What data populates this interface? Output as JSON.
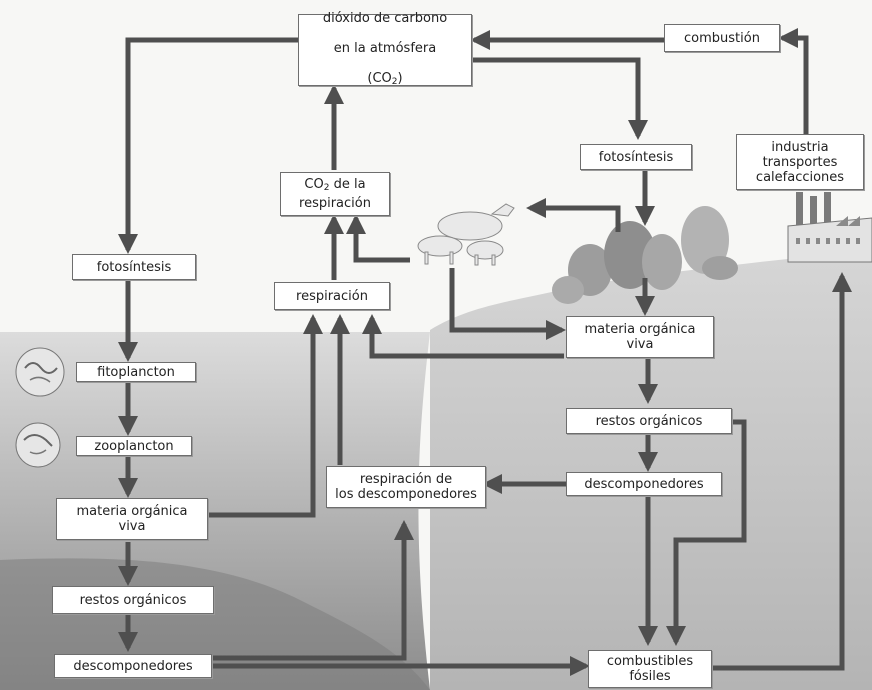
{
  "colors": {
    "arrow": "#4f4f4f",
    "sea_light": "#d9d9d9",
    "sea_dark": "#8a8a8a",
    "land": "#cfcfcf",
    "box_fill": "#ffffff",
    "box_border": "#6e6e6e"
  },
  "icons": [
    "plankton-icon",
    "animals-icon",
    "trees-icon",
    "factory-icon"
  ],
  "nodes": {
    "co2_atmosfera": {
      "line1": "dióxido de carbono",
      "line2": "en la atmósfera",
      "line3_pre": "(CO",
      "line3_sub": "2",
      "line3_post": ")"
    },
    "combustion": "combustión",
    "fotosintesis_tierra": "fotosíntesis",
    "industria": "industria\ntransportes\ncalefacciones",
    "co2_respiracion": {
      "pre": "CO",
      "sub": "2",
      "post": " de la\nrespiración"
    },
    "fotosintesis_mar": "fotosíntesis",
    "respiracion": "respiración",
    "fitoplancton": "fitoplancton",
    "zooplancton": "zooplancton",
    "materia_viva_mar": "materia orgánica\nviva",
    "materia_viva_tierra": "materia orgánica\nviva",
    "restos_tierra": "restos orgánicos",
    "descomponedores_tierra": "descomponedores",
    "respiracion_descomponedores": "respiración de\nlos descomponedores",
    "restos_mar": "restos orgánicos",
    "descomponedores_mar": "descomponedores",
    "combustibles_fosiles": "combustibles\nfósiles"
  }
}
